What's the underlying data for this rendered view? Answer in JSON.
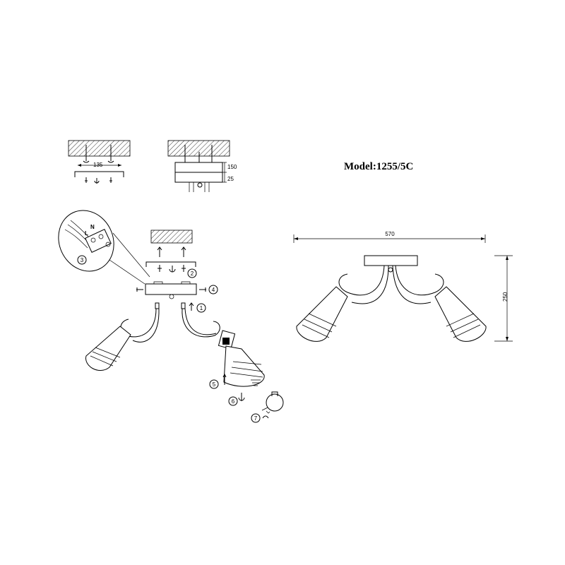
{
  "model": {
    "label": "Model:1255/5C"
  },
  "dimensions": {
    "mount_spacing": "135",
    "plate_height": "150",
    "plate_thickness": "25",
    "overall_width": "570",
    "overall_height": "250"
  },
  "wiring": {
    "terminal_n": "N",
    "terminal_l": "L"
  },
  "steps": [
    "1",
    "2",
    "3",
    "4",
    "5",
    "6",
    "7"
  ]
}
